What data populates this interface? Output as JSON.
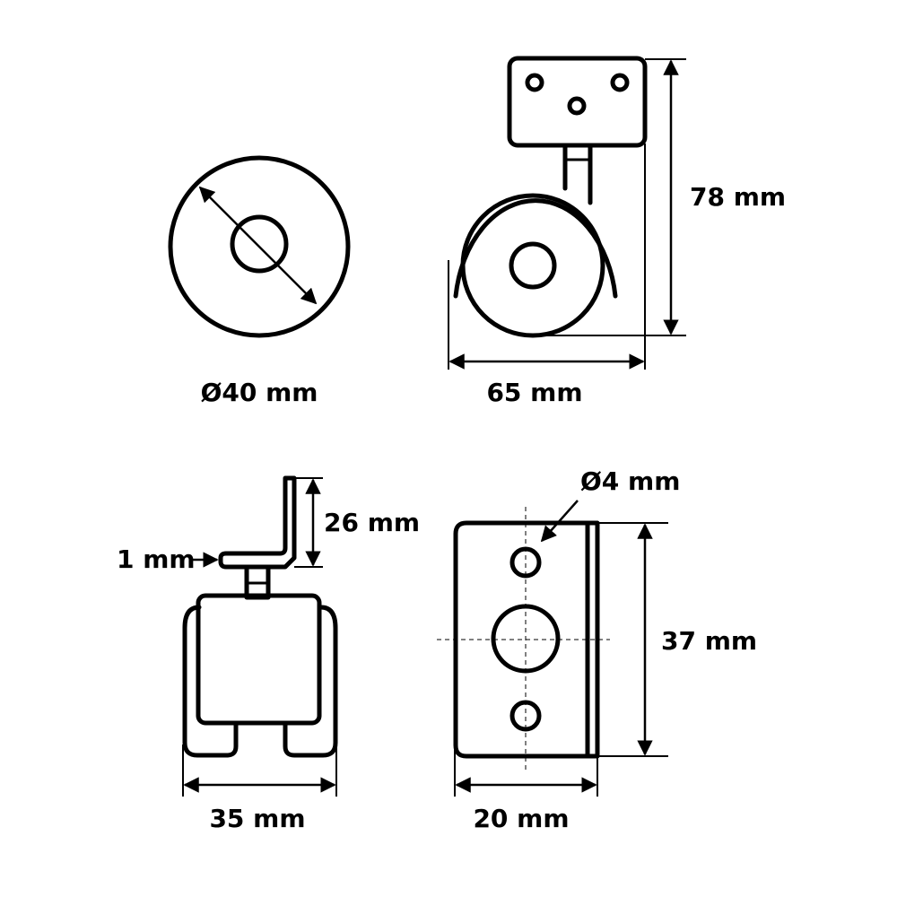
{
  "labels": {
    "diameter_wheel": "Ø40 mm",
    "width_side": "65 mm",
    "height_total": "78 mm",
    "plate_height": "26 mm",
    "plate_thickness": "1 mm",
    "width_front": "35 mm",
    "hole_diameter": "Ø4 mm",
    "plate_length": "37 mm",
    "plate_width": "20 mm"
  }
}
